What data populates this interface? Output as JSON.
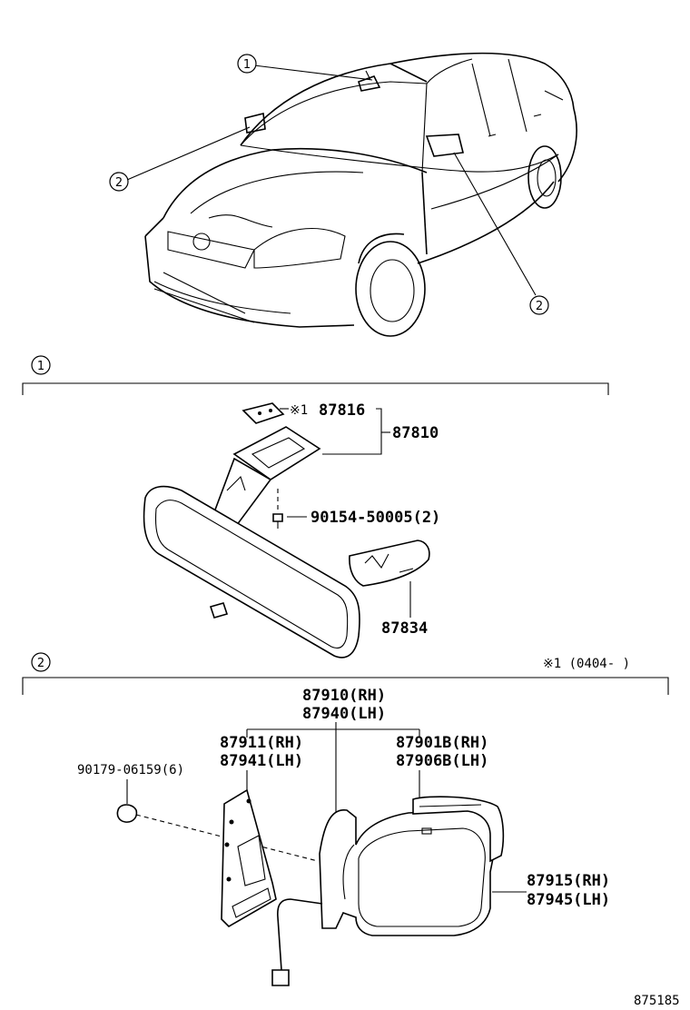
{
  "callouts": {
    "one": "1",
    "two": "2"
  },
  "section1": {
    "marker": "1",
    "note_symbol": "※1",
    "parts": {
      "bracket_plate": "87816",
      "mirror_assy": "87810",
      "screw": "90154-50005(2)",
      "cover": "87834"
    }
  },
  "section2": {
    "marker": "2",
    "note": "※1 (0404-    )",
    "parts": {
      "outer_rh": "87910(RH)",
      "outer_lh": "87940(LH)",
      "base_rh": "87911(RH)",
      "base_lh": "87941(LH)",
      "cover_rh": "87901B(RH)",
      "cover_lh": "87906B(LH)",
      "clip": "90179-06159(6)",
      "glass_rh": "87915(RH)",
      "glass_lh": "87945(LH)"
    }
  },
  "figure_id": "875185"
}
